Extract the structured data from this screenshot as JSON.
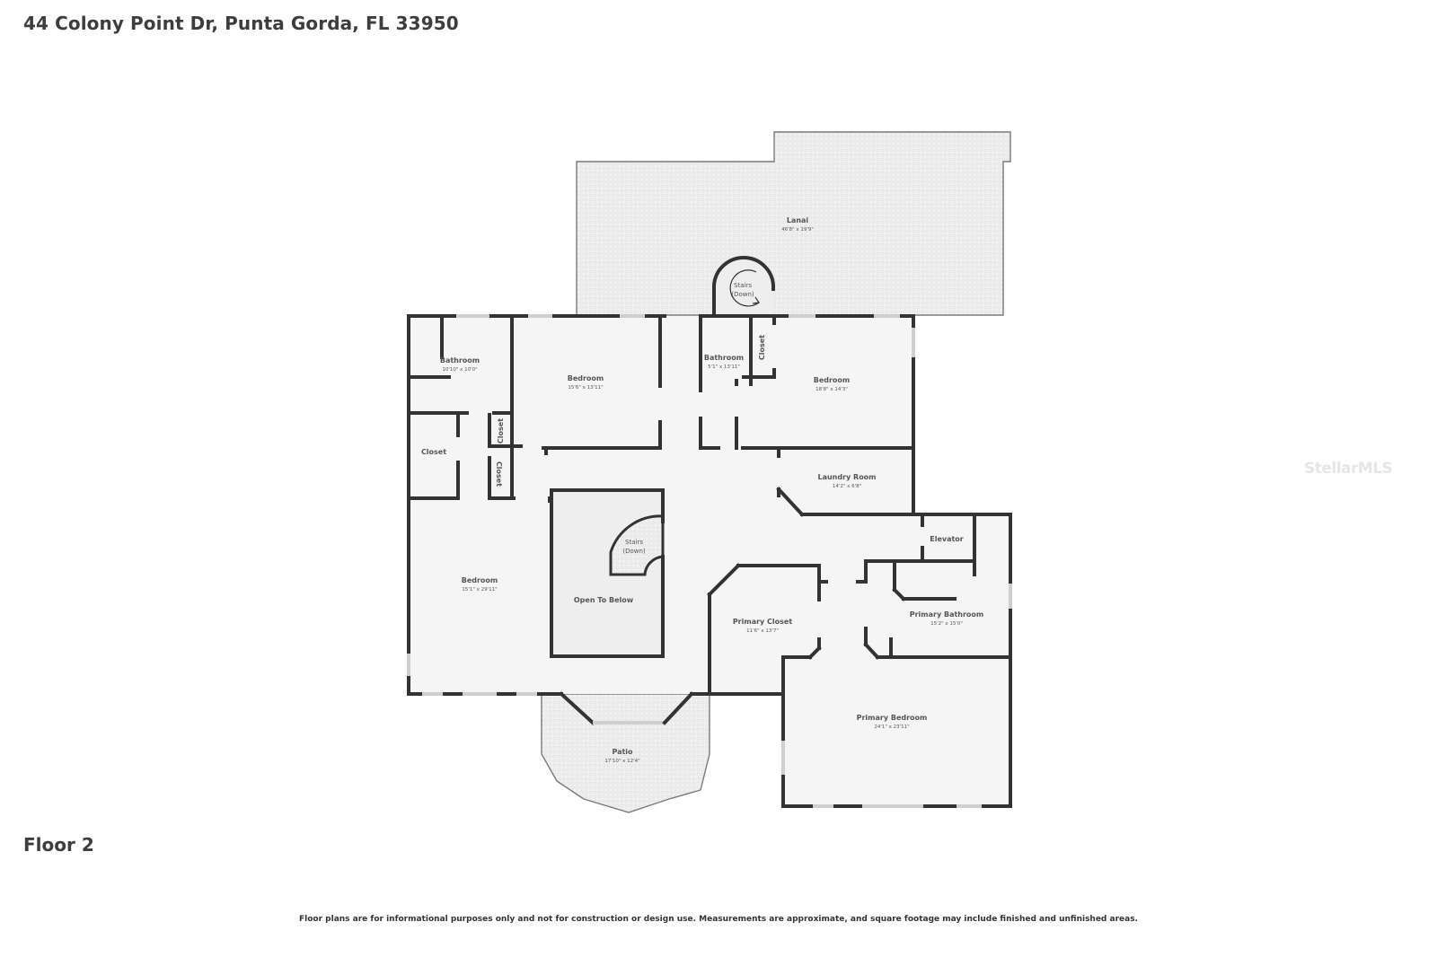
{
  "header": {
    "address": "44 Colony Point Dr, Punta Gorda, FL 33950"
  },
  "floor_label": "Floor 2",
  "disclaimer": "Floor plans are for informational purposes only and not for construction or design use. Measurements are approximate, and square footage may include finished and unfinished areas.",
  "watermark": "StellarMLS",
  "colors": {
    "wall": "#333333",
    "floor": "#f5f5f5",
    "outdoor": "#ededed",
    "text": "#3d3d3d"
  },
  "rooms": {
    "lanai": {
      "name": "Lanai",
      "dims": "46'8\" x 19'9\""
    },
    "stairs_lanai": {
      "line1": "Stairs",
      "line2": "(Down)"
    },
    "bath1": {
      "name": "Bathroom",
      "dims": "10'10\" x 10'0\""
    },
    "bed1": {
      "name": "Bedroom",
      "dims": "15'6\" x 13'11\""
    },
    "bath2": {
      "name": "Bathroom",
      "dims": "5'1\" x 13'11\""
    },
    "closet_right": {
      "name": "Closet"
    },
    "bed2": {
      "name": "Bedroom",
      "dims": "18'8\" x 14'3\""
    },
    "closet_left": {
      "name": "Closet"
    },
    "closet_small1": {
      "name": "Closet"
    },
    "closet_small2": {
      "name": "Closet"
    },
    "laundry": {
      "name": "Laundry Room",
      "dims": "14'2\" x 6'8\""
    },
    "elevator": {
      "name": "Elevator"
    },
    "bed3": {
      "name": "Bedroom",
      "dims": "15'1\" x 29'11\""
    },
    "stairs_inner": {
      "line1": "Stairs",
      "line2": "(Down)"
    },
    "open_below": {
      "name": "Open To Below"
    },
    "primary_closet": {
      "name": "Primary Closet",
      "dims": "11'6\" x 13'7\""
    },
    "primary_bath": {
      "name": "Primary Bathroom",
      "dims": "15'2\" x 15'0\""
    },
    "primary_bed": {
      "name": "Primary Bedroom",
      "dims": "24'1\" x 23'11\""
    },
    "patio": {
      "name": "Patio",
      "dims": "17'10\" x 12'4\""
    }
  }
}
